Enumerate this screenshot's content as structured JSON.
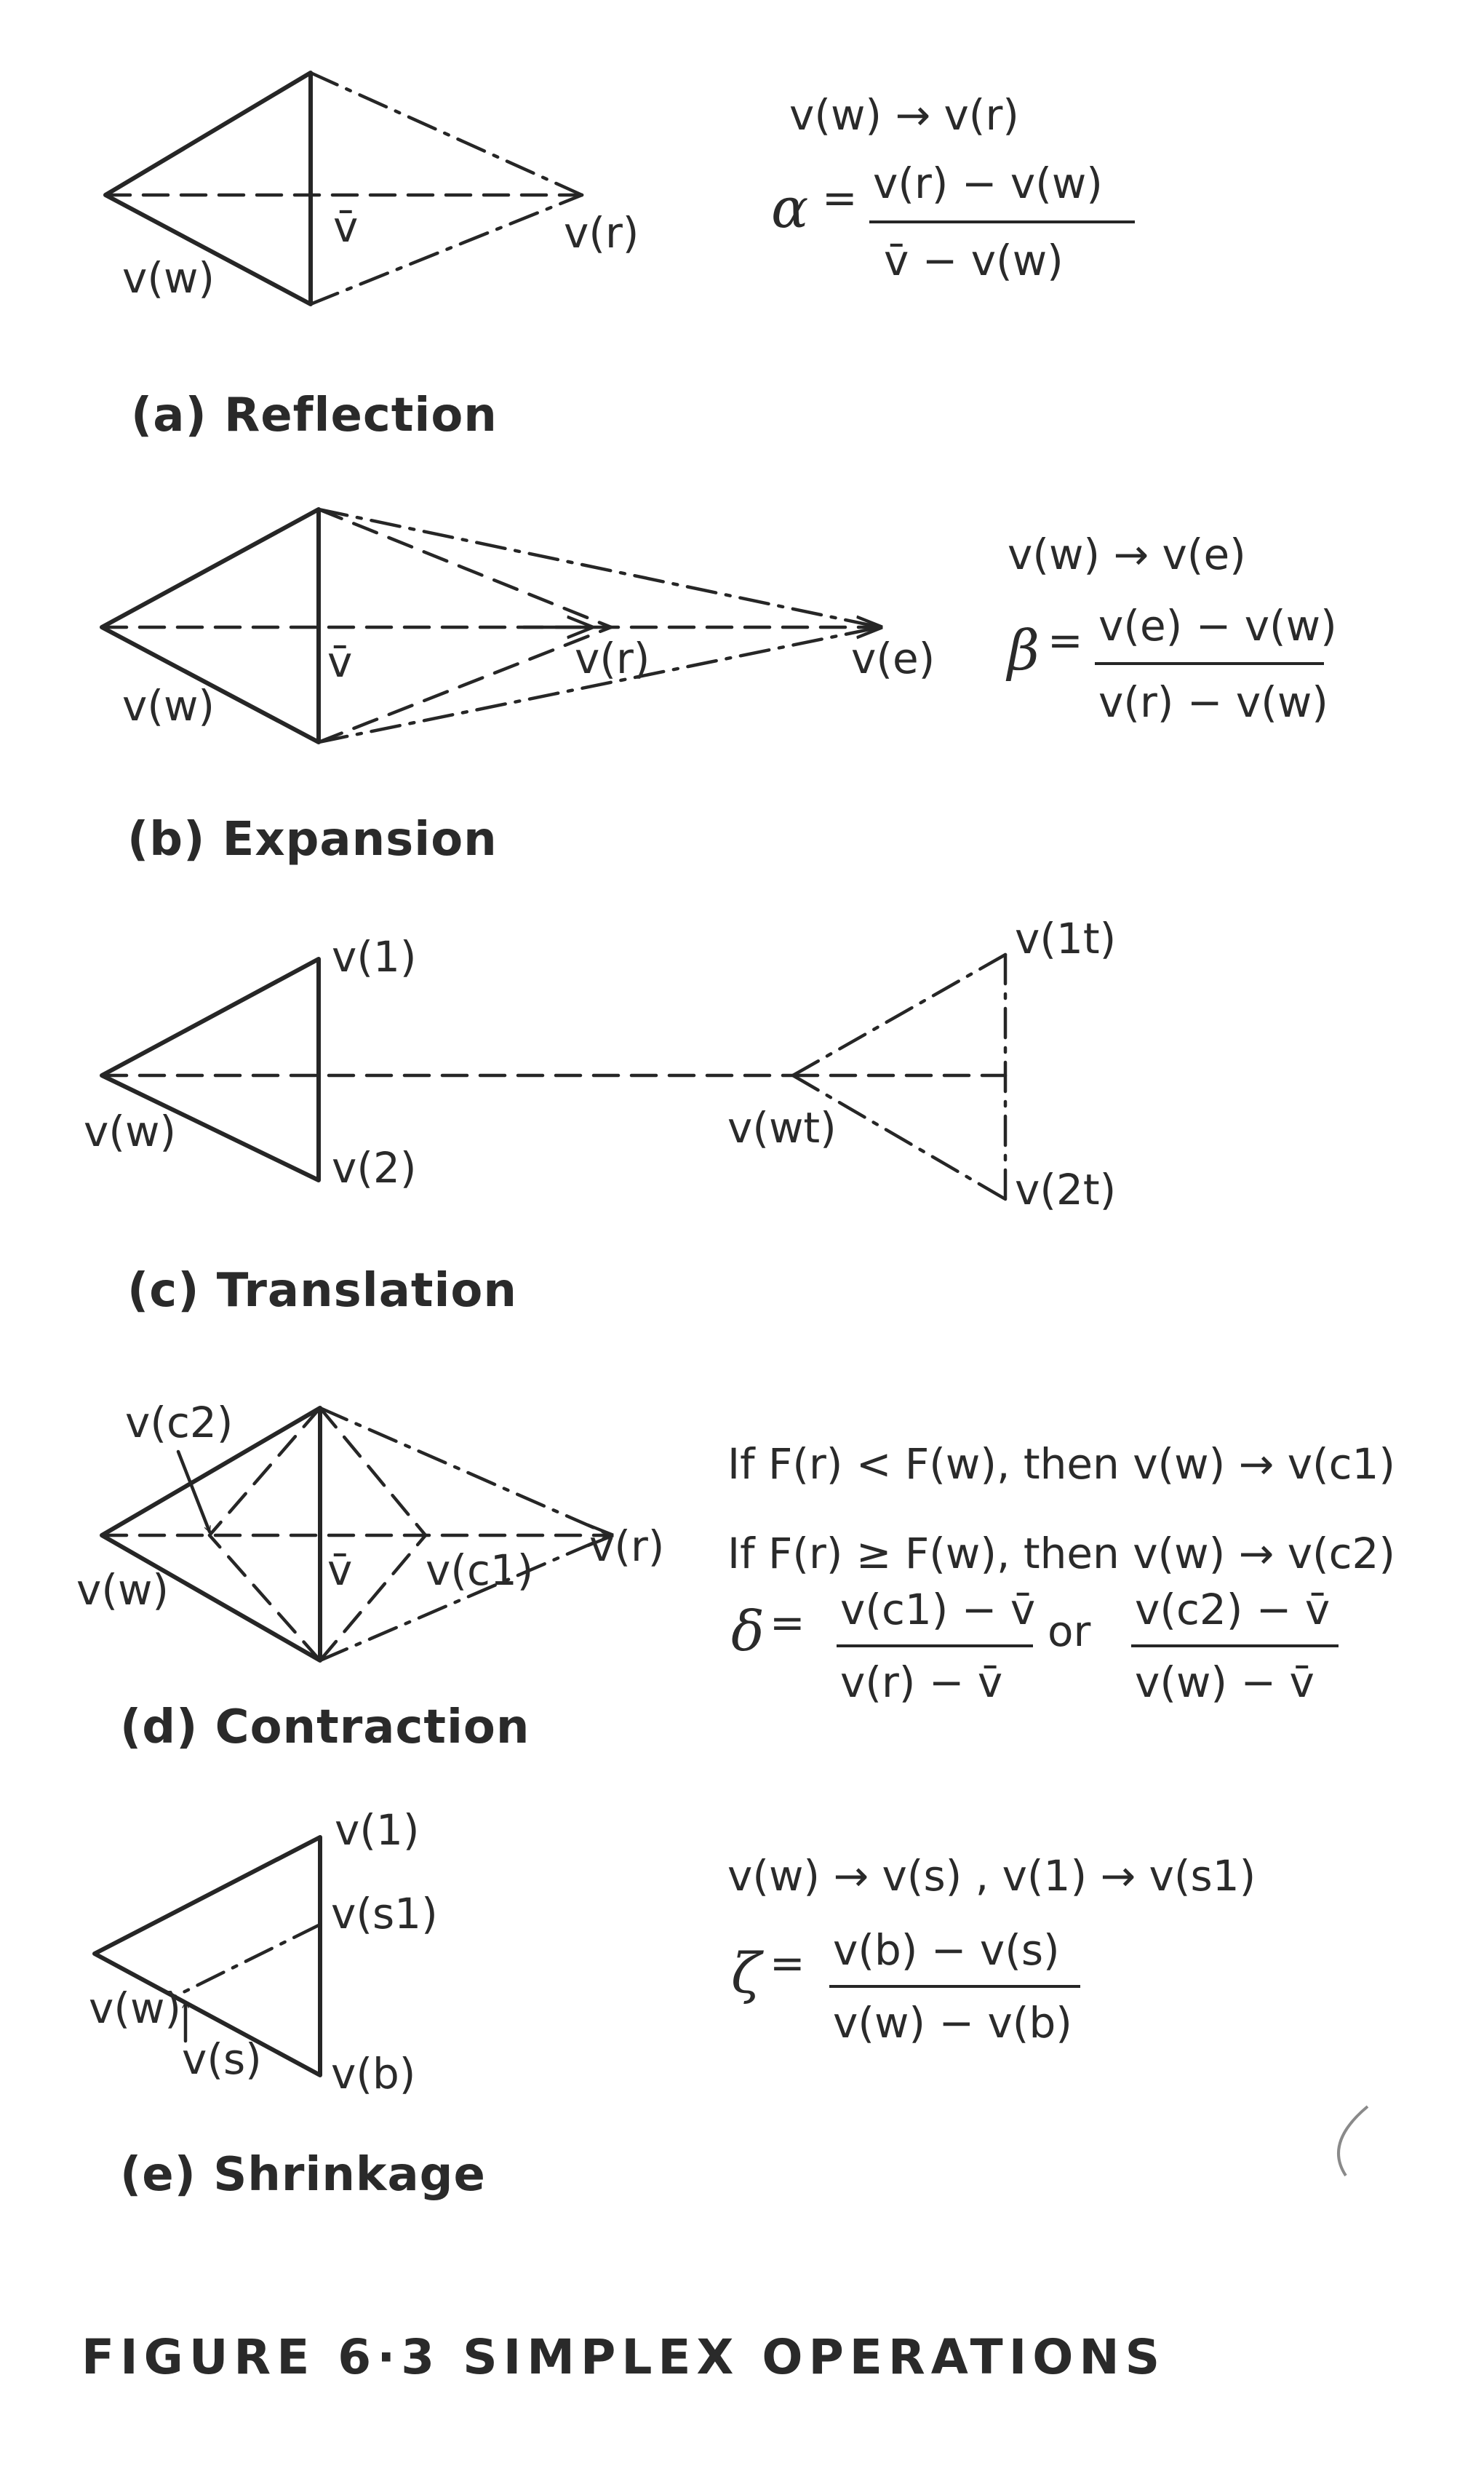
{
  "panels": {
    "reflection": {
      "caption": "(a) Reflection",
      "labels": {
        "vw": "v(w)",
        "vbar": "v̄",
        "vr": "v(r)"
      },
      "rule": "v(w) → v(r)",
      "symbol": "α",
      "numerator": "v(r) − v(w)",
      "denominator": "v̄ − v(w)"
    },
    "expansion": {
      "caption": "(b) Expansion",
      "labels": {
        "vw": "v(w)",
        "vbar": "v̄",
        "vr": "v(r)",
        "ve": "v(e)"
      },
      "rule": "v(w) → v(e)",
      "symbol": "β",
      "numerator": "v(e) − v(w)",
      "denominator": "v(r) − v(w)"
    },
    "translation": {
      "caption": "(c) Translation",
      "labels": {
        "v1": "v(1)",
        "v2": "v(2)",
        "vw": "v(w)",
        "v1t": "v(1t)",
        "v2t": "v(2t)",
        "vwt": "v(wt)"
      }
    },
    "contraction": {
      "caption": "(d) Contraction",
      "labels": {
        "vc2": "v(c2)",
        "vw": "v(w)",
        "vbar": "v̄",
        "vc1": "v(c1)",
        "vr": "v(r)"
      },
      "cond1": "If  F(r) < F(w), then  v(w) → v(c1)",
      "cond2": "If  F(r) ≥ F(w), then  v(w) → v(c2)",
      "symbol": "δ",
      "numerator1": "v(c1) − v̄",
      "denominator1": "v(r) − v̄",
      "or": "or",
      "numerator2": "v(c2) − v̄",
      "denominator2": "v(w) − v̄"
    },
    "shrinkage": {
      "caption": "(e) Shrinkage",
      "labels": {
        "v1": "v(1)",
        "vs1": "v(s1)",
        "vw": "v(w)",
        "vs": "v(s)",
        "vb": "v(b)"
      },
      "rule": "v(w) → v(s) ,  v(1) → v(s1)",
      "symbol": "ζ",
      "numerator": "v(b) − v(s)",
      "denominator": "v(w) − v(b)"
    }
  },
  "figure_title": "FIGURE  6·3    SIMPLEX   OPERATIONS"
}
